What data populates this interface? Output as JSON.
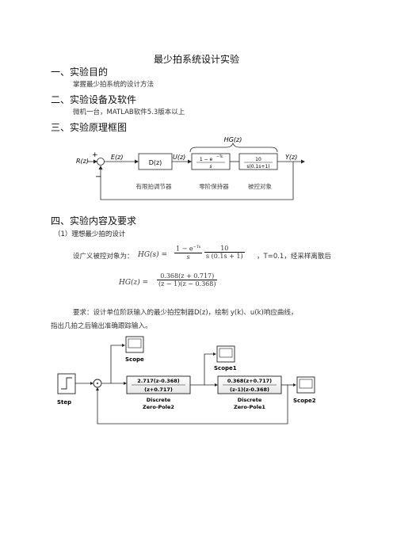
{
  "doc_title": "最少拍系统设计实验",
  "sections": {
    "s1": {
      "heading": "一、实验目的",
      "text": "掌握最少拍系统的设计方法"
    },
    "s2": {
      "heading": "二、实验设备及软件",
      "text": "微机一台，MATLAB软件5.3版本以上"
    },
    "s3": {
      "heading": "三、实验原理框图"
    },
    "s4": {
      "heading": "四、实验内容及要求",
      "sub": "（1）理想最少拍的设计",
      "intro": "设广义被控对象为：",
      "hg_label": "HG(s) =",
      "f1_num": "1 − e",
      "f1_sup": "−Ts",
      "f1_den": "s",
      "f2_num": "10",
      "f2_den": "s (0.1s + 1)",
      "sampling": "，T=0.1，经采样离散后",
      "hgz_label": "HG(z) =",
      "hgz_num": "0.368(z + 0.717)",
      "hgz_den": "(z − 1)(z − 0.368)",
      "req_line1": "要求：设计单位阶跃输入的最少拍控制器D(z)，绘制 y(k)、u(k)响应曲线，",
      "req_line2": "指出几拍之后输出准确跟踪输入。"
    }
  },
  "block_diagram": {
    "R": "R(z)",
    "plus": "+",
    "minus": "−",
    "E": "E(z)",
    "D": "D(z)",
    "U": "U(z)",
    "Y": "Y(z)",
    "HG": "HG(z)",
    "zoh_num": "1 − e",
    "zoh_sup": "−Ts",
    "zoh_den": "s",
    "plant_num": "10",
    "plant_den": "s(0.1s+1)",
    "label_ctrl": "有限拍调节器",
    "label_zoh": "零阶保持器",
    "label_plant": "被控对象"
  },
  "simulink": {
    "step": "Step",
    "scope": "Scope",
    "scope1": "Scope1",
    "scope2": "Scope2",
    "b1_num": "2.717(z-0.368)",
    "b1_den": "(z+0.717)",
    "b1_label1": "Discrete",
    "b1_label2": "Zero-Pole2",
    "b2_num": "0.368(z+0.717)",
    "b2_den": "(z-1)(z-0.368)",
    "b2_label1": "Discrete",
    "b2_label2": "Zero-Pole1"
  }
}
